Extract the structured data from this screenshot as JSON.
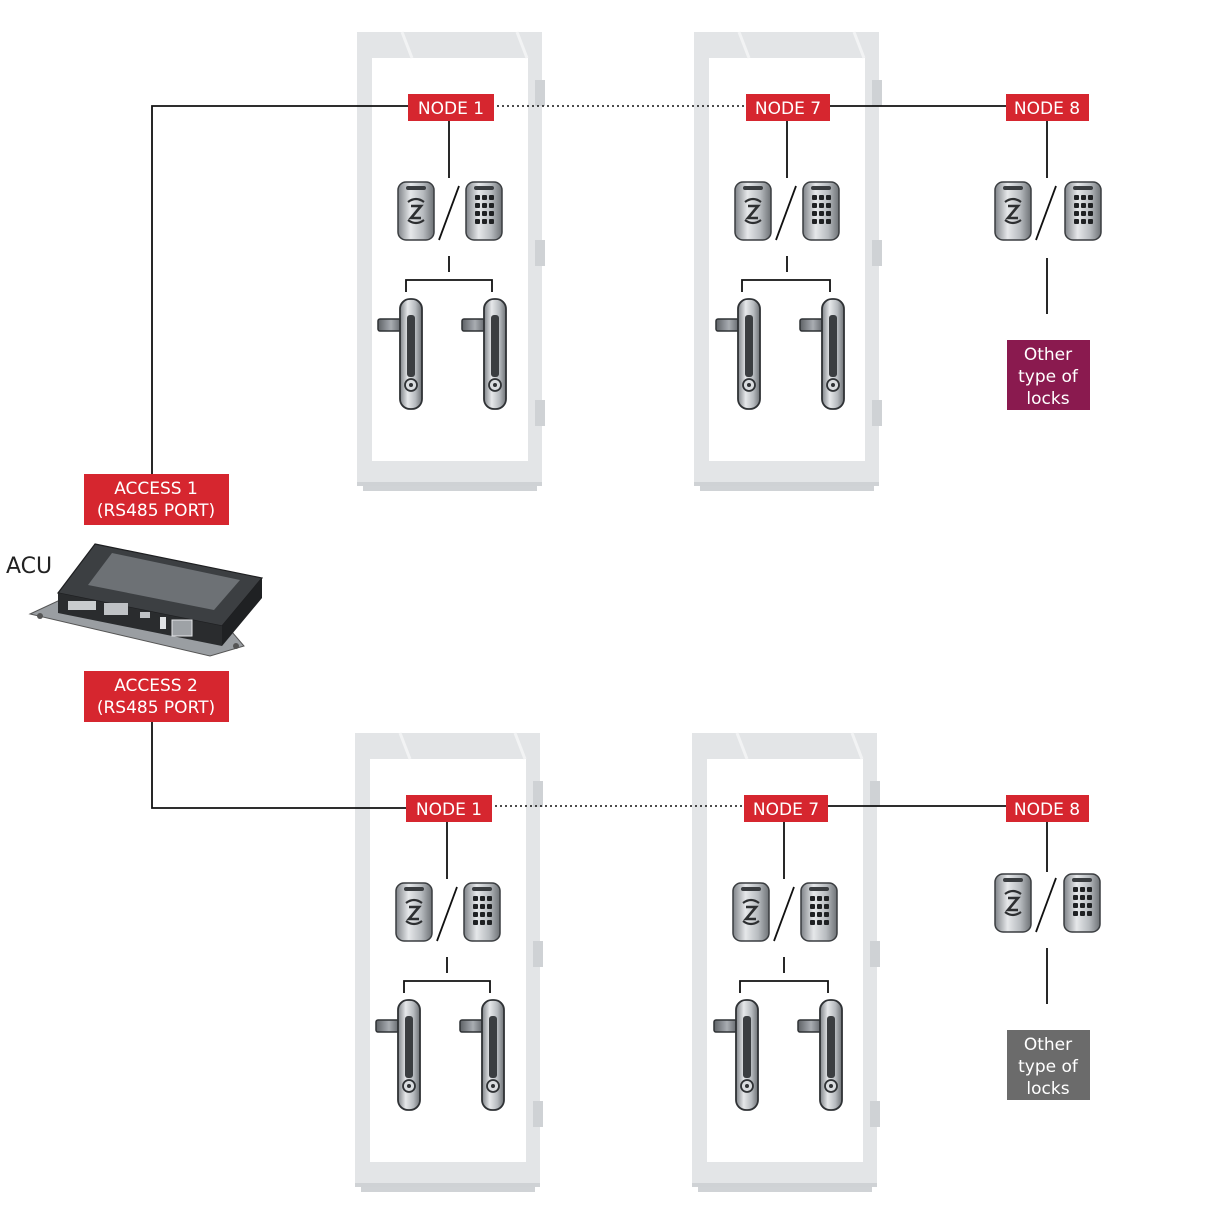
{
  "acu": {
    "label": "ACU"
  },
  "ports": [
    {
      "line1": "ACCESS 1",
      "line2": "(RS485 PORT)"
    },
    {
      "line1": "ACCESS 2",
      "line2": "(RS485 PORT)"
    }
  ],
  "rows": [
    {
      "nodes": [
        "NODE 1",
        "NODE 7",
        "NODE 8"
      ],
      "other_locks": {
        "lines": [
          "Other",
          "type of",
          "locks"
        ],
        "color": "#8a1a4f"
      }
    },
    {
      "nodes": [
        "NODE 1",
        "NODE 7",
        "NODE 8"
      ],
      "other_locks": {
        "lines": [
          "Other",
          "type of",
          "locks"
        ],
        "color": "#6b6b6b"
      }
    }
  ],
  "colors": {
    "node_red": "#d6262f",
    "line": "#111111",
    "cabinet": "#e4e6e8"
  },
  "icons": {
    "reader": "card-reader-icon",
    "keypad": "keypad-icon",
    "handle": "swing-handle-lock-icon",
    "controller": "acu-controller-icon"
  }
}
